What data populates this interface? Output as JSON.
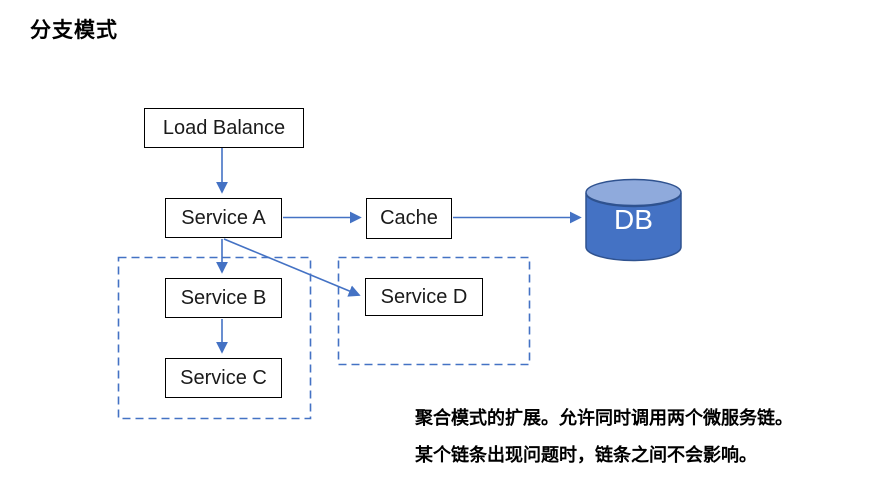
{
  "title": "分支模式",
  "diagram": {
    "nodes": {
      "load_balance": {
        "label": "Load Balance"
      },
      "service_a": {
        "label": "Service A"
      },
      "cache": {
        "label": "Cache"
      },
      "db": {
        "label": "DB"
      },
      "service_b": {
        "label": "Service B"
      },
      "service_c": {
        "label": "Service C"
      },
      "service_d": {
        "label": "Service D"
      }
    },
    "edges": [
      {
        "from": "load_balance",
        "to": "service_a"
      },
      {
        "from": "service_a",
        "to": "cache"
      },
      {
        "from": "cache",
        "to": "db"
      },
      {
        "from": "service_a",
        "to": "service_b"
      },
      {
        "from": "service_b",
        "to": "service_c"
      },
      {
        "from": "service_a",
        "to": "service_d"
      }
    ],
    "groups": [
      {
        "name": "chain-1",
        "contains": [
          "service_b",
          "service_c"
        ]
      },
      {
        "name": "chain-2",
        "contains": [
          "service_d"
        ]
      }
    ],
    "colors": {
      "arrow_blue": "#4472C4",
      "dashed_border_blue": "#4472C4",
      "db_body_blue": "#4472C4",
      "db_top_light_blue": "#8FAADC",
      "db_outline_blue": "#2F528F",
      "box_border": "#000000",
      "text": "#000000"
    }
  },
  "caption": {
    "line1": "聚合模式的扩展。允许同时调用两个微服务链。",
    "line2": "某个链条出现问题时，链条之间不会影响。"
  }
}
